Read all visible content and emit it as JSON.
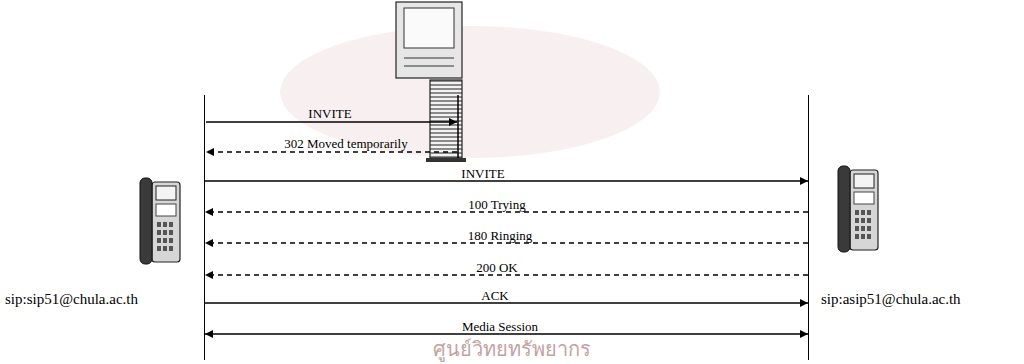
{
  "diagram": {
    "nodes": [
      {
        "text": [
          "sip:sip51@chula.ac.th"
        ]
      },
      {
        "text": [
          "sip:asip51@chula.ac.th"
        ]
      }
    ],
    "edges": [
      {
        "from": 0,
        "to": 1,
        "label": "INVITE",
        "arrow": "to"
      },
      {
        "from": 1,
        "to": 0,
        "label": "100 Trying",
        "arrow": "to"
      },
      {
        "from": 1,
        "to": 0,
        "label": "180 Ringing",
        "arrow": "to"
      },
      {
        "from": 1,
        "to": 0,
        "label": "200 OK",
        "arrow": "to"
      },
      {
        "from": 0,
        "to": 1,
        "label": "ACK",
        "arrow": "to"
      },
      {
        "from": 0,
        "to": 1,
        "label": "Media Session",
        "arrow": "both"
      }
    ],
    "labels": [
      "INVITE",
      "302 Moved temporarily",
      "ศูนย์วิทยทรัพยากร"
    ]
  }
}
